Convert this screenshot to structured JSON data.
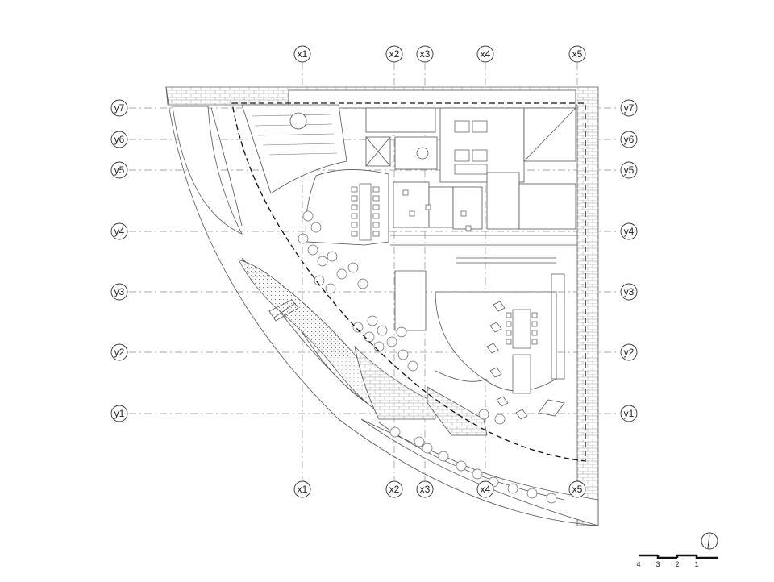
{
  "plan": {
    "grid_x": [
      "x1",
      "x2",
      "x3",
      "x4",
      "x5"
    ],
    "grid_y": [
      "y7",
      "y6",
      "y5",
      "y4",
      "y3",
      "y2",
      "y1"
    ],
    "line_color": "#555555",
    "grid_line_color": "#8a8a8a",
    "hatch_color": "#9a9a9a",
    "dash_color": "#111111"
  },
  "scale_bar": {
    "labels": [
      "4",
      "3",
      "2",
      "1"
    ]
  },
  "north_arrow": {
    "icon": "north-arrow-icon"
  }
}
